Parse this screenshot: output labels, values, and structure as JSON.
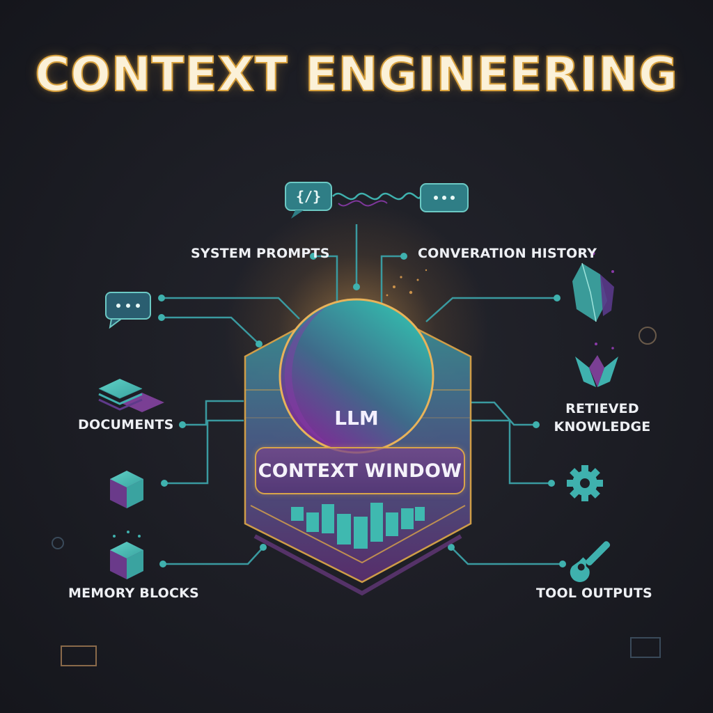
{
  "title": "CONTEXT ENGINEERING",
  "center": {
    "llm_label": "LLM",
    "context_window_label": "CONTEXT WINDOW"
  },
  "sources": {
    "system_prompts": "SYSTEM PROMPTS",
    "conversation_history": "CONVERATION HISTORY",
    "documents": "DOCUMENTS",
    "memory_blocks": "MEMORY BLOCKS",
    "retrieved_knowledge": "RETIEVED KNOWLEDGE",
    "tool_outputs": "TOOL OUTPUTS"
  },
  "icons": {
    "code_bubble": "{/}",
    "chat_bubble": "...",
    "documents": "layers-icon",
    "memory": "cube-icon",
    "knowledge": "crystal-icon",
    "tool": "gear-icon",
    "tool_output": "wrench-icon"
  },
  "colors": {
    "background": "#1c1d24",
    "title_fill": "#fbf1d8",
    "title_outline": "#d9a23e",
    "accent_teal": "#3fb1ae",
    "accent_purple": "#7a3f94",
    "gold_outline": "#d9a44a",
    "connector": "#3a9aa0"
  }
}
